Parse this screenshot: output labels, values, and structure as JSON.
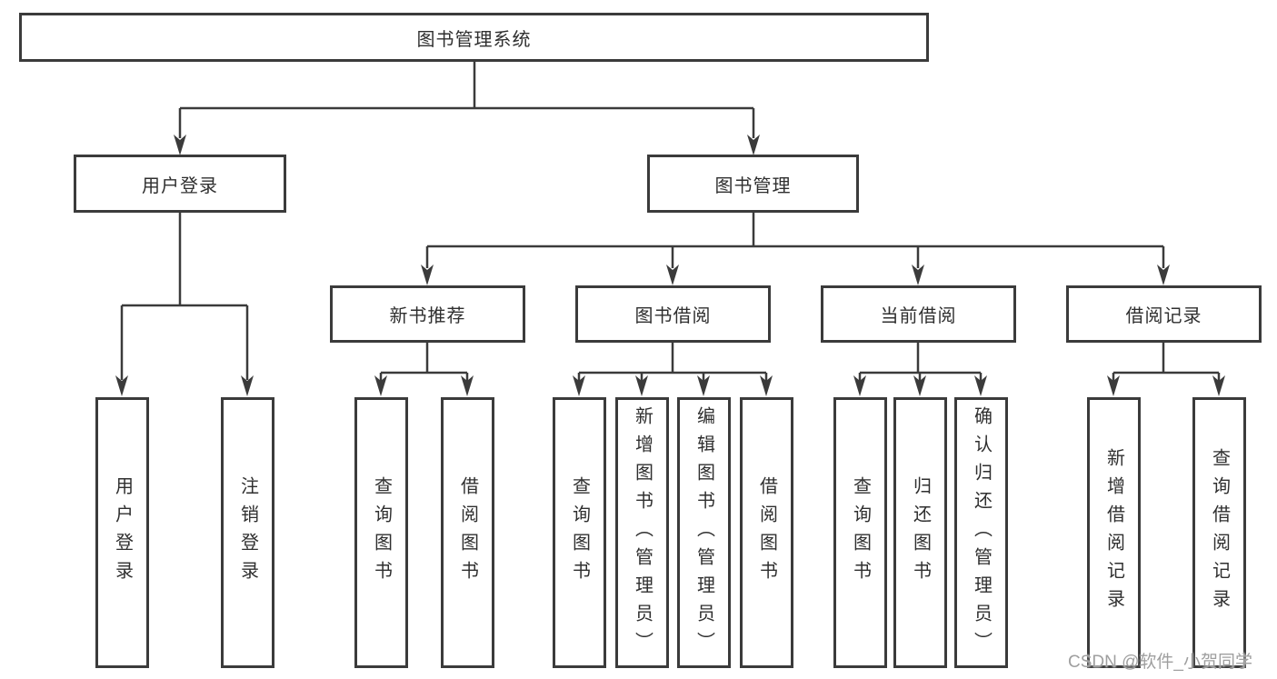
{
  "diagram_title": "图书管理系统",
  "nodes": {
    "root": "图书管理系统",
    "user_login": "用户登录",
    "book_mgmt": "图书管理",
    "new_book_rec": "新书推荐",
    "book_borrow": "图书借阅",
    "current_borrow": "当前借阅",
    "borrow_records": "借阅记录",
    "leaf_user_login": "用户登录",
    "leaf_logout": "注销登录",
    "leaf_query_books_rec": "查询图书",
    "leaf_borrow_books_rec": "借阅图书",
    "leaf_query_books_borrow": "查询图书",
    "leaf_add_books_admin": "新增图书（管理员）",
    "leaf_edit_books_admin": "编辑图书（管理员）",
    "leaf_borrow_books_borrow": "借阅图书",
    "leaf_query_books_current": "查询图书",
    "leaf_return_books": "归还图书",
    "leaf_confirm_return_admin": "确认归还（管理员）",
    "leaf_add_borrow_record": "新增借阅记录",
    "leaf_query_borrow_record": "查询借阅记录"
  },
  "watermark": "CSDN @软件_小贺同学",
  "colors": {
    "line": "#3b3b3b",
    "text": "#2f2f2f",
    "watermark": "#9f9f9f",
    "background": "#ffffff"
  }
}
